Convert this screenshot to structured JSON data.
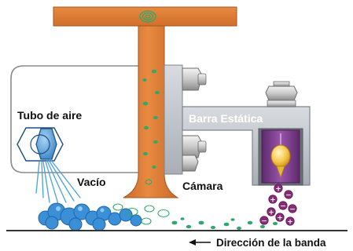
{
  "labels": {
    "tubo_de_aire": "Tubo de aire",
    "barra_estatica": "Barra Estática",
    "vacio": "Vacío",
    "camara": "Cámara",
    "direccion": "Dirección de la banda"
  },
  "ion_signs": [
    "+",
    "−",
    "+",
    "−",
    "+",
    "−",
    "+",
    "−",
    "+"
  ],
  "colors": {
    "beam": "#e0803a",
    "beam_dark": "#a6561f",
    "housing": "#bfc4cb",
    "duct_edge": "#8a8a8a",
    "air_blue": "#4aa0dc",
    "dust_green": "#2fa96a",
    "emitter_purple": "#7d3c8c",
    "ion_purple": "#8a2b7a",
    "belt": "#333333"
  },
  "icons": {
    "bolt": "hex-bolt-icon",
    "nozzle": "hex-nozzle-icon",
    "emitter": "ionizer-emitter-icon",
    "arrow": "arrow-left-icon"
  }
}
